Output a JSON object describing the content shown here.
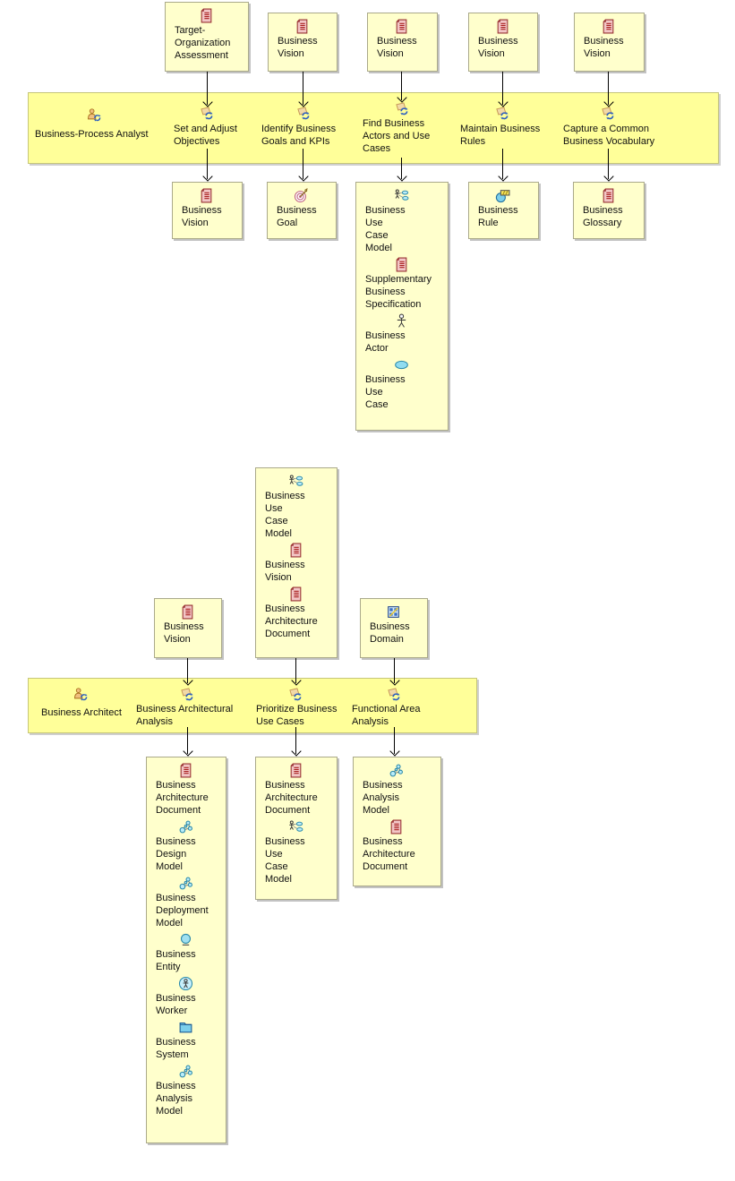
{
  "s1": {
    "role_label": "Business-Process Analyst",
    "role_icon": "business-process-analyst-icon",
    "activity_labels": [
      "Set and Adjust\nObjectives",
      "Identify Business\nGoals and KPIs",
      "Find Business\nActors and Use\nCases",
      "Maintain Business\nRules",
      "Capture a Common\nBusiness Vocabulary"
    ],
    "input_boxes": [
      {
        "items": [
          {
            "icon": "document-icon",
            "label": "Target-\nOrganization\nAssessment"
          }
        ]
      },
      {
        "items": [
          {
            "icon": "document-icon",
            "label": "Business\nVision"
          }
        ]
      },
      {
        "items": [
          {
            "icon": "document-icon",
            "label": "Business\nVision"
          }
        ]
      },
      {
        "items": [
          {
            "icon": "document-icon",
            "label": "Business\nVision"
          }
        ]
      },
      {
        "items": [
          {
            "icon": "document-icon",
            "label": "Business\nVision"
          }
        ]
      }
    ],
    "output_boxes": [
      {
        "items": [
          {
            "icon": "document-icon",
            "label": "Business\nVision"
          }
        ]
      },
      {
        "items": [
          {
            "icon": "goal-icon",
            "label": "Business\nGoal"
          }
        ]
      },
      {
        "items": [
          {
            "icon": "use-case-model-icon",
            "label": "Business\nUse\nCase\nModel"
          },
          {
            "icon": "document-icon",
            "label": "Supplementary\nBusiness\nSpecification"
          },
          {
            "icon": "actor-icon",
            "label": "Business\nActor"
          },
          {
            "icon": "use-case-icon",
            "label": "Business\nUse\nCase"
          }
        ]
      },
      {
        "items": [
          {
            "icon": "rule-icon",
            "label": "Business\nRule"
          }
        ]
      },
      {
        "items": [
          {
            "icon": "document-icon",
            "label": "Business\nGlossary"
          }
        ]
      }
    ]
  },
  "s2": {
    "role_label": "Business Architect",
    "role_icon": "business-architect-icon",
    "activity_labels": [
      "Business Architectural\nAnalysis",
      "Prioritize Business\nUse Cases",
      "Functional Area\nAnalysis"
    ],
    "input_boxes": [
      {
        "items": [
          {
            "icon": "document-icon",
            "label": "Business\nVision"
          }
        ]
      },
      {
        "items": [
          {
            "icon": "use-case-model-icon",
            "label": "Business\nUse\nCase\nModel"
          },
          {
            "icon": "document-icon",
            "label": "Business\nVision"
          },
          {
            "icon": "document-icon",
            "label": "Business\nArchitecture\nDocument"
          }
        ]
      },
      {
        "items": [
          {
            "icon": "domain-icon",
            "label": "Business\nDomain"
          }
        ]
      }
    ],
    "output_boxes": [
      {
        "items": [
          {
            "icon": "document-icon",
            "label": "Business\nArchitecture\nDocument"
          },
          {
            "icon": "model-icon",
            "label": "Business\nDesign\nModel"
          },
          {
            "icon": "model-icon",
            "label": "Business\nDeployment\nModel"
          },
          {
            "icon": "entity-icon",
            "label": "Business\nEntity"
          },
          {
            "icon": "worker-icon",
            "label": "Business\nWorker"
          },
          {
            "icon": "system-icon",
            "label": "Business\nSystem"
          },
          {
            "icon": "model-icon",
            "label": "Business\nAnalysis\nModel"
          }
        ]
      },
      {
        "items": [
          {
            "icon": "document-icon",
            "label": "Business\nArchitecture\nDocument"
          },
          {
            "icon": "use-case-model-icon",
            "label": "Business\nUse\nCase\nModel"
          }
        ]
      },
      {
        "items": [
          {
            "icon": "model-icon",
            "label": "Business\nAnalysis\nModel"
          },
          {
            "icon": "document-icon",
            "label": "Business\nArchitecture\nDocument"
          }
        ]
      }
    ]
  },
  "colors": {
    "band_fill": "#ffff99",
    "box_fill": "#ffffcc",
    "document_red": "#993333",
    "uml_cyan": "#9fe3f2",
    "arrow_blue": "#2b5fc0"
  }
}
